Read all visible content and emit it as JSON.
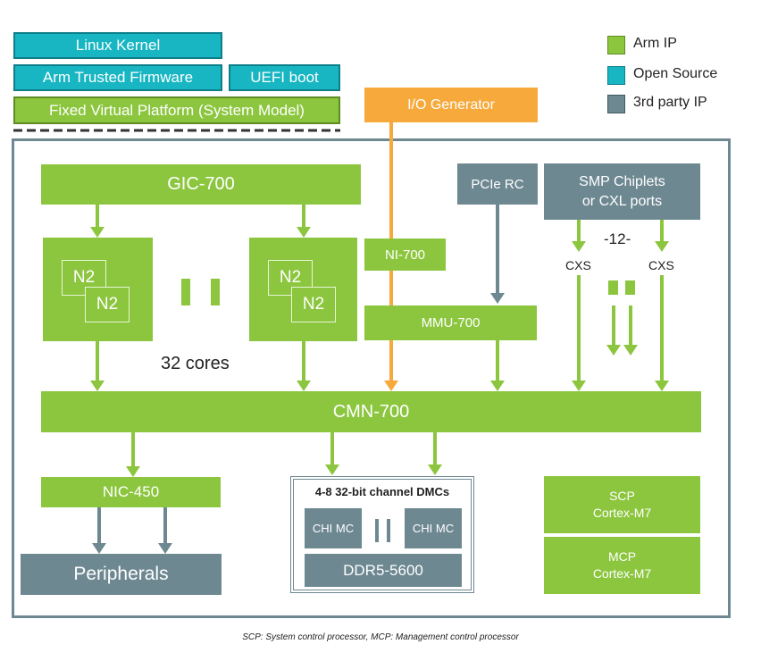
{
  "stack": {
    "linux_kernel": "Linux  Kernel",
    "arm_trusted_firmware": "Arm Trusted Firmware",
    "uefi_boot": "UEFI boot",
    "fixed_virtual_platform": "Fixed Virtual Platform (System Model)"
  },
  "legend": {
    "items": [
      {
        "label": "Arm IP",
        "color": "#8cc63f"
      },
      {
        "label": "Open Source",
        "color": "#17b6c2"
      },
      {
        "label": "3rd party IP",
        "color": "#6e8892"
      }
    ]
  },
  "blocks": {
    "io_generator": "I/O Generator",
    "gic": "GIC-700",
    "n2": "N2",
    "cores_label": "32 cores",
    "ni": "NI-700",
    "pcie": "PCIe RC",
    "smp_line1": "SMP Chiplets",
    "smp_line2": "or CXL ports",
    "twelve": "-12-",
    "cxs": "CXS",
    "mmu": "MMU-700",
    "cmn": "CMN-700",
    "nic": "NIC-450",
    "peripherals": "Peripherals",
    "dmc_title": "4-8 32-bit channel DMCs",
    "chi_mc": "CHI MC",
    "ddr": "DDR5-5600",
    "scp_line1": "SCP",
    "scp_line2": "Cortex-M7",
    "mcp_line1": "MCP",
    "mcp_line2": "Cortex-M7"
  },
  "footnote": "SCP: System control processor, MCP: Management control processor",
  "colors": {
    "arm_green": "#8cc63f",
    "open_source_teal": "#17b6c2",
    "third_party_grey": "#6e8892",
    "io_orange": "#f7a93b"
  }
}
